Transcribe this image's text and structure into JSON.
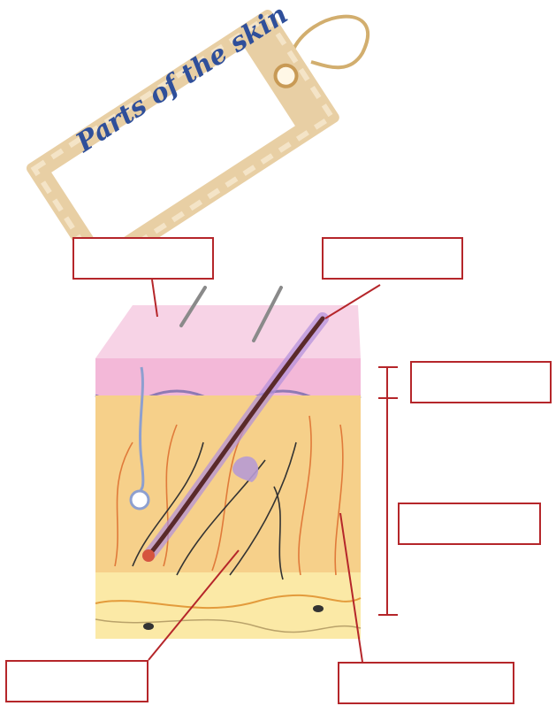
{
  "tag": {
    "title": "Parts of the skin"
  },
  "label_boxes": [
    {
      "id": "box-1",
      "text": ""
    },
    {
      "id": "box-2",
      "text": ""
    },
    {
      "id": "box-3",
      "text": ""
    },
    {
      "id": "box-4",
      "text": ""
    },
    {
      "id": "box-5",
      "text": ""
    },
    {
      "id": "box-6",
      "text": ""
    }
  ],
  "colors": {
    "leader_line": "#b5262a",
    "epidermis": "#f3b8d8",
    "epidermis_top": "#f7d3e6",
    "dermis": "#f6d08a",
    "hypodermis": "#fbe9a6",
    "hair": "#5a2a2a",
    "tag_paper": "#e8cfa4",
    "tag_text": "#2f4f9a"
  }
}
